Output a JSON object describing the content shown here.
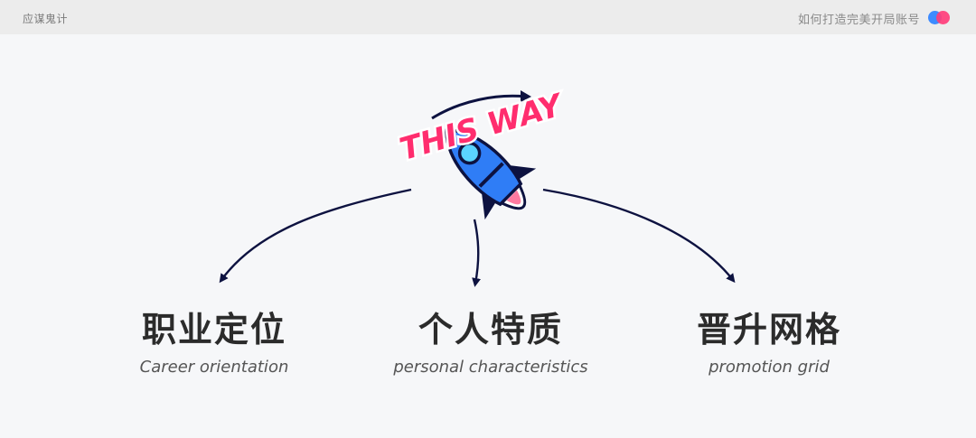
{
  "header": {
    "brand": "应谋鬼计",
    "topic": "如何打造完美开局账号",
    "logo_colors": [
      "#3d8bff",
      "#ff3d7a"
    ]
  },
  "sticker": {
    "text": "THIS WAY",
    "icon": "rocket-icon",
    "colors": {
      "text": "#ff2d6e",
      "rocket": "#2f7df6",
      "outline": "#0d1240"
    }
  },
  "items": [
    {
      "cn": "职业定位",
      "en": "Career orientation"
    },
    {
      "cn": "个人特质",
      "en": "personal characteristics"
    },
    {
      "cn": "晋升网格",
      "en": "promotion grid"
    }
  ]
}
